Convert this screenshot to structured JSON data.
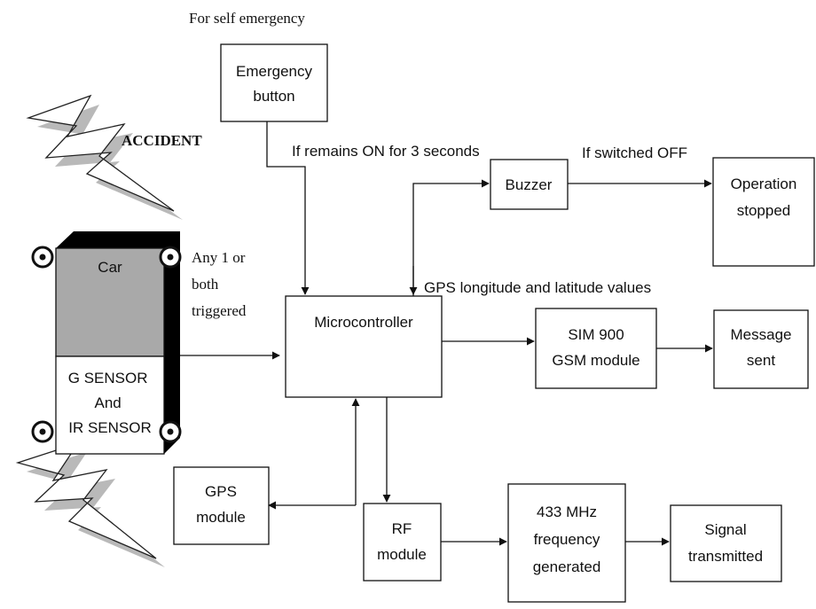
{
  "annotations": {
    "self_emergency": "For self emergency",
    "accident": "ACCIDENT",
    "remains_on": "If remains ON for 3 seconds",
    "switched_off": "If switched OFF",
    "triggered": [
      "Any 1 or",
      "both",
      "triggered"
    ],
    "gps_values": "GPS longitude and latitude values"
  },
  "blocks": {
    "emergency_button": [
      "Emergency",
      "button"
    ],
    "car": [
      "Car"
    ],
    "sensors": [
      "G SENSOR",
      "And",
      "IR SENSOR"
    ],
    "microcontroller": [
      "Microcontroller"
    ],
    "buzzer": [
      "Buzzer"
    ],
    "operation_stopped": [
      "Operation",
      "stopped"
    ],
    "gsm_module": [
      "SIM 900",
      "GSM module"
    ],
    "message_sent": [
      "Message",
      "sent"
    ],
    "gps_module": [
      "GPS",
      "module"
    ],
    "rf_module": [
      "RF",
      "module"
    ],
    "frequency": [
      "433 MHz",
      "frequency",
      "generated"
    ],
    "signal": [
      "Signal",
      "transmitted"
    ]
  },
  "colors": {
    "car_body": "#a9a9a9",
    "car_shadow": "#000000",
    "stroke": "#111111",
    "bolt_shadow": "#b9b9b9"
  }
}
